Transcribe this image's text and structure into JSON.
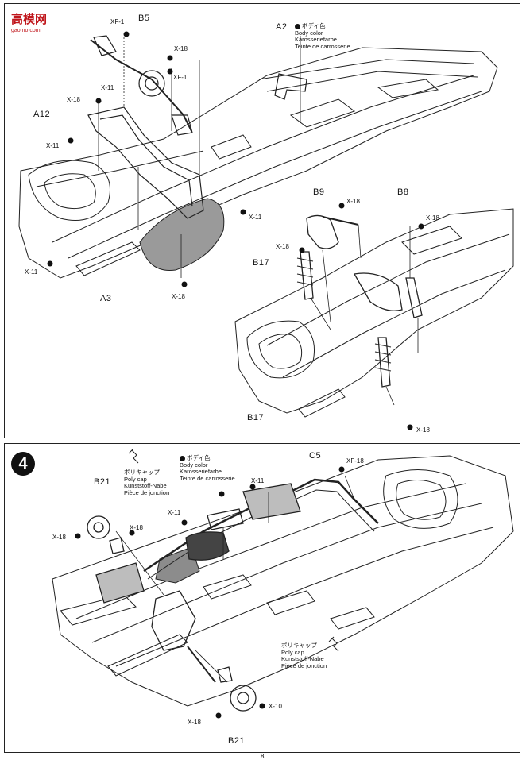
{
  "watermark": {
    "logo_text": "高模网",
    "logo_sub": "gaomo.com"
  },
  "step3": {
    "labels": {
      "xf1_top": "XF-1",
      "b5": "B5",
      "x18_a": "X-18",
      "x11_a": "X-11",
      "xf1_mid": "XF-1",
      "x18_b": "X-18",
      "a12": "A12",
      "x11_b": "X-11",
      "x11_c": "X-11",
      "x11_d": "X-11",
      "a3": "A3",
      "x18_c": "X-18",
      "a2": "A2",
      "b9": "B9",
      "x18_d": "X-18",
      "b8": "B8",
      "x18_e": "X-18",
      "x18_f": "X-18",
      "b17_top": "B17",
      "b17_bottom": "B17",
      "x18_g": "X-18"
    },
    "body_color_note": [
      "ボディ色",
      "Body color",
      "Karosseriefarbe",
      "Teinte de carrosserie"
    ]
  },
  "step4": {
    "number": "4",
    "labels": {
      "b21_top": "B21",
      "x18_a": "X-18",
      "x18_b": "X-18",
      "x11_a": "X-11",
      "x11_b": "X-11",
      "c5": "C5",
      "xf18": "XF-18",
      "x10": "X-10",
      "x18_c": "X-18",
      "b21_bottom": "B21"
    },
    "poly_cap_top": [
      "ポリキャップ",
      "Poly cap",
      "Kunststoff-Nabe",
      "Pièce de jonction"
    ],
    "body_color_note": [
      "ボディ色",
      "Body color",
      "Karosseriefarbe",
      "Teinte de carrosserie"
    ],
    "poly_cap_bottom": [
      "ポリキャップ",
      "Poly cap",
      "Kunststoff-Nabe",
      "Pièce de jonction"
    ]
  },
  "footer": {
    "page_number": "8"
  }
}
